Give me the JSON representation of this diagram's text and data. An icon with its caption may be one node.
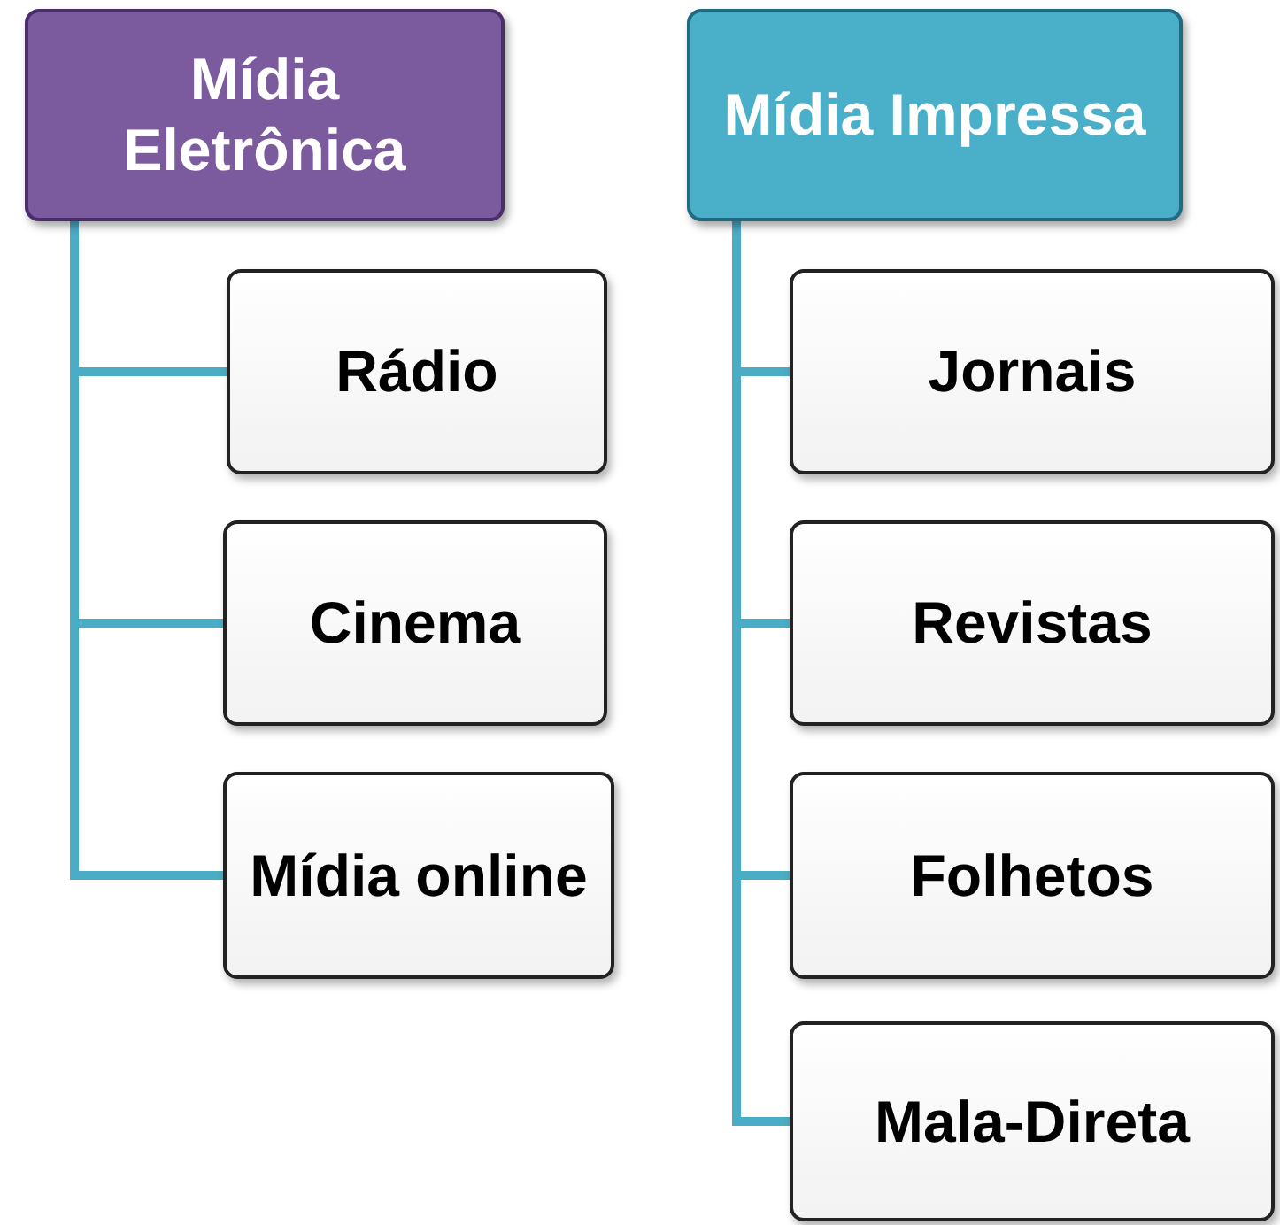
{
  "diagram": {
    "nodes": [
      {
        "text": [
          "Mídia Eletrônica"
        ]
      },
      {
        "text": [
          "Rádio"
        ]
      },
      {
        "text": [
          "Cinema"
        ]
      },
      {
        "text": [
          "Mídia online"
        ]
      },
      {
        "text": [
          "Mídia Impressa"
        ]
      },
      {
        "text": [
          "Jornais"
        ]
      },
      {
        "text": [
          "Revistas"
        ]
      },
      {
        "text": [
          "Folhetos"
        ]
      },
      {
        "text": [
          "Mala-Direta"
        ]
      }
    ],
    "edges": [
      {
        "from": 0,
        "to": 1,
        "arrow": "none"
      },
      {
        "from": 0,
        "to": 2,
        "arrow": "none"
      },
      {
        "from": 0,
        "to": 3,
        "arrow": "none"
      },
      {
        "from": 4,
        "to": 5,
        "arrow": "none"
      },
      {
        "from": 4,
        "to": 6,
        "arrow": "none"
      },
      {
        "from": 4,
        "to": 7,
        "arrow": "none"
      },
      {
        "from": 4,
        "to": 8,
        "arrow": "none"
      }
    ]
  }
}
